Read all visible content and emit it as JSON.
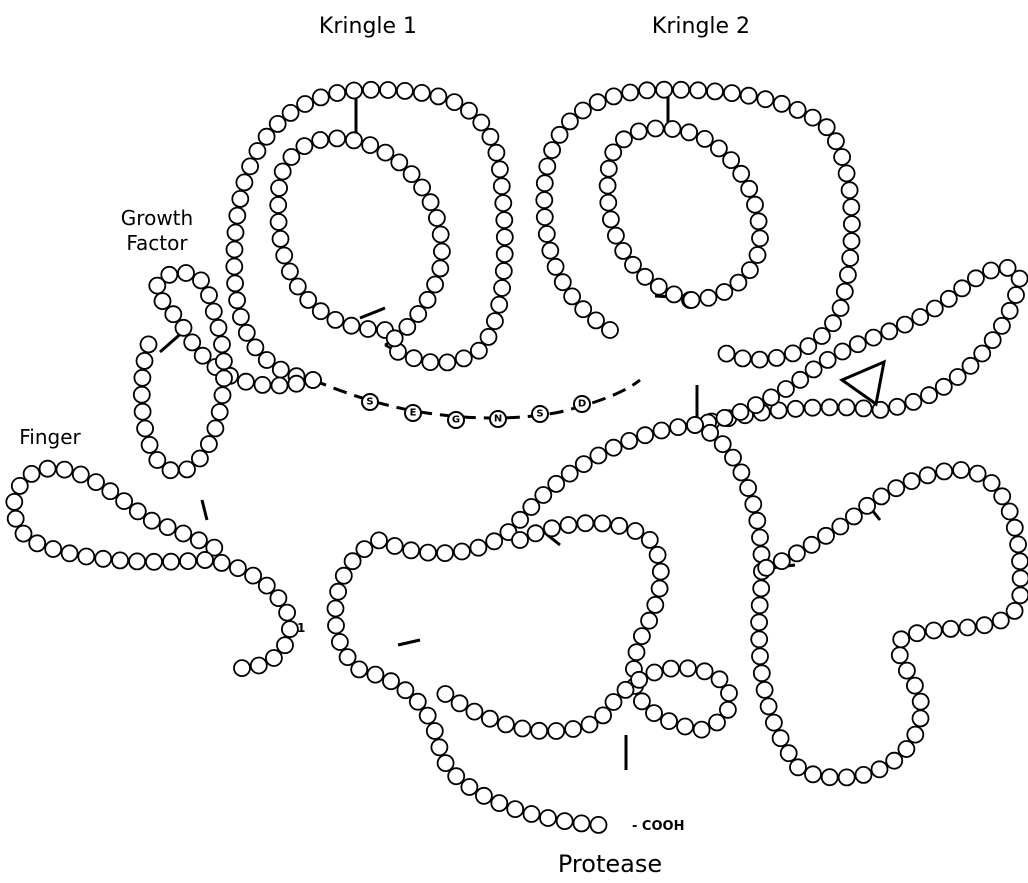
{
  "labels": {
    "kringle1": "Kringle 1",
    "kringle2": "Kringle 2",
    "growth_factor_line1": "Growth",
    "growth_factor_line2": "Factor",
    "finger": "Finger",
    "protease": "Protease",
    "cooh": "- COOH",
    "start_number": "1"
  },
  "linker_residues": [
    "S",
    "E",
    "G",
    "N",
    "S",
    "D"
  ],
  "colors": {
    "ink": "#000000",
    "bead_fill": "#ffffff",
    "background": "#ffffff"
  },
  "icons": {
    "cleavage_site": "triangle-outline-icon"
  }
}
